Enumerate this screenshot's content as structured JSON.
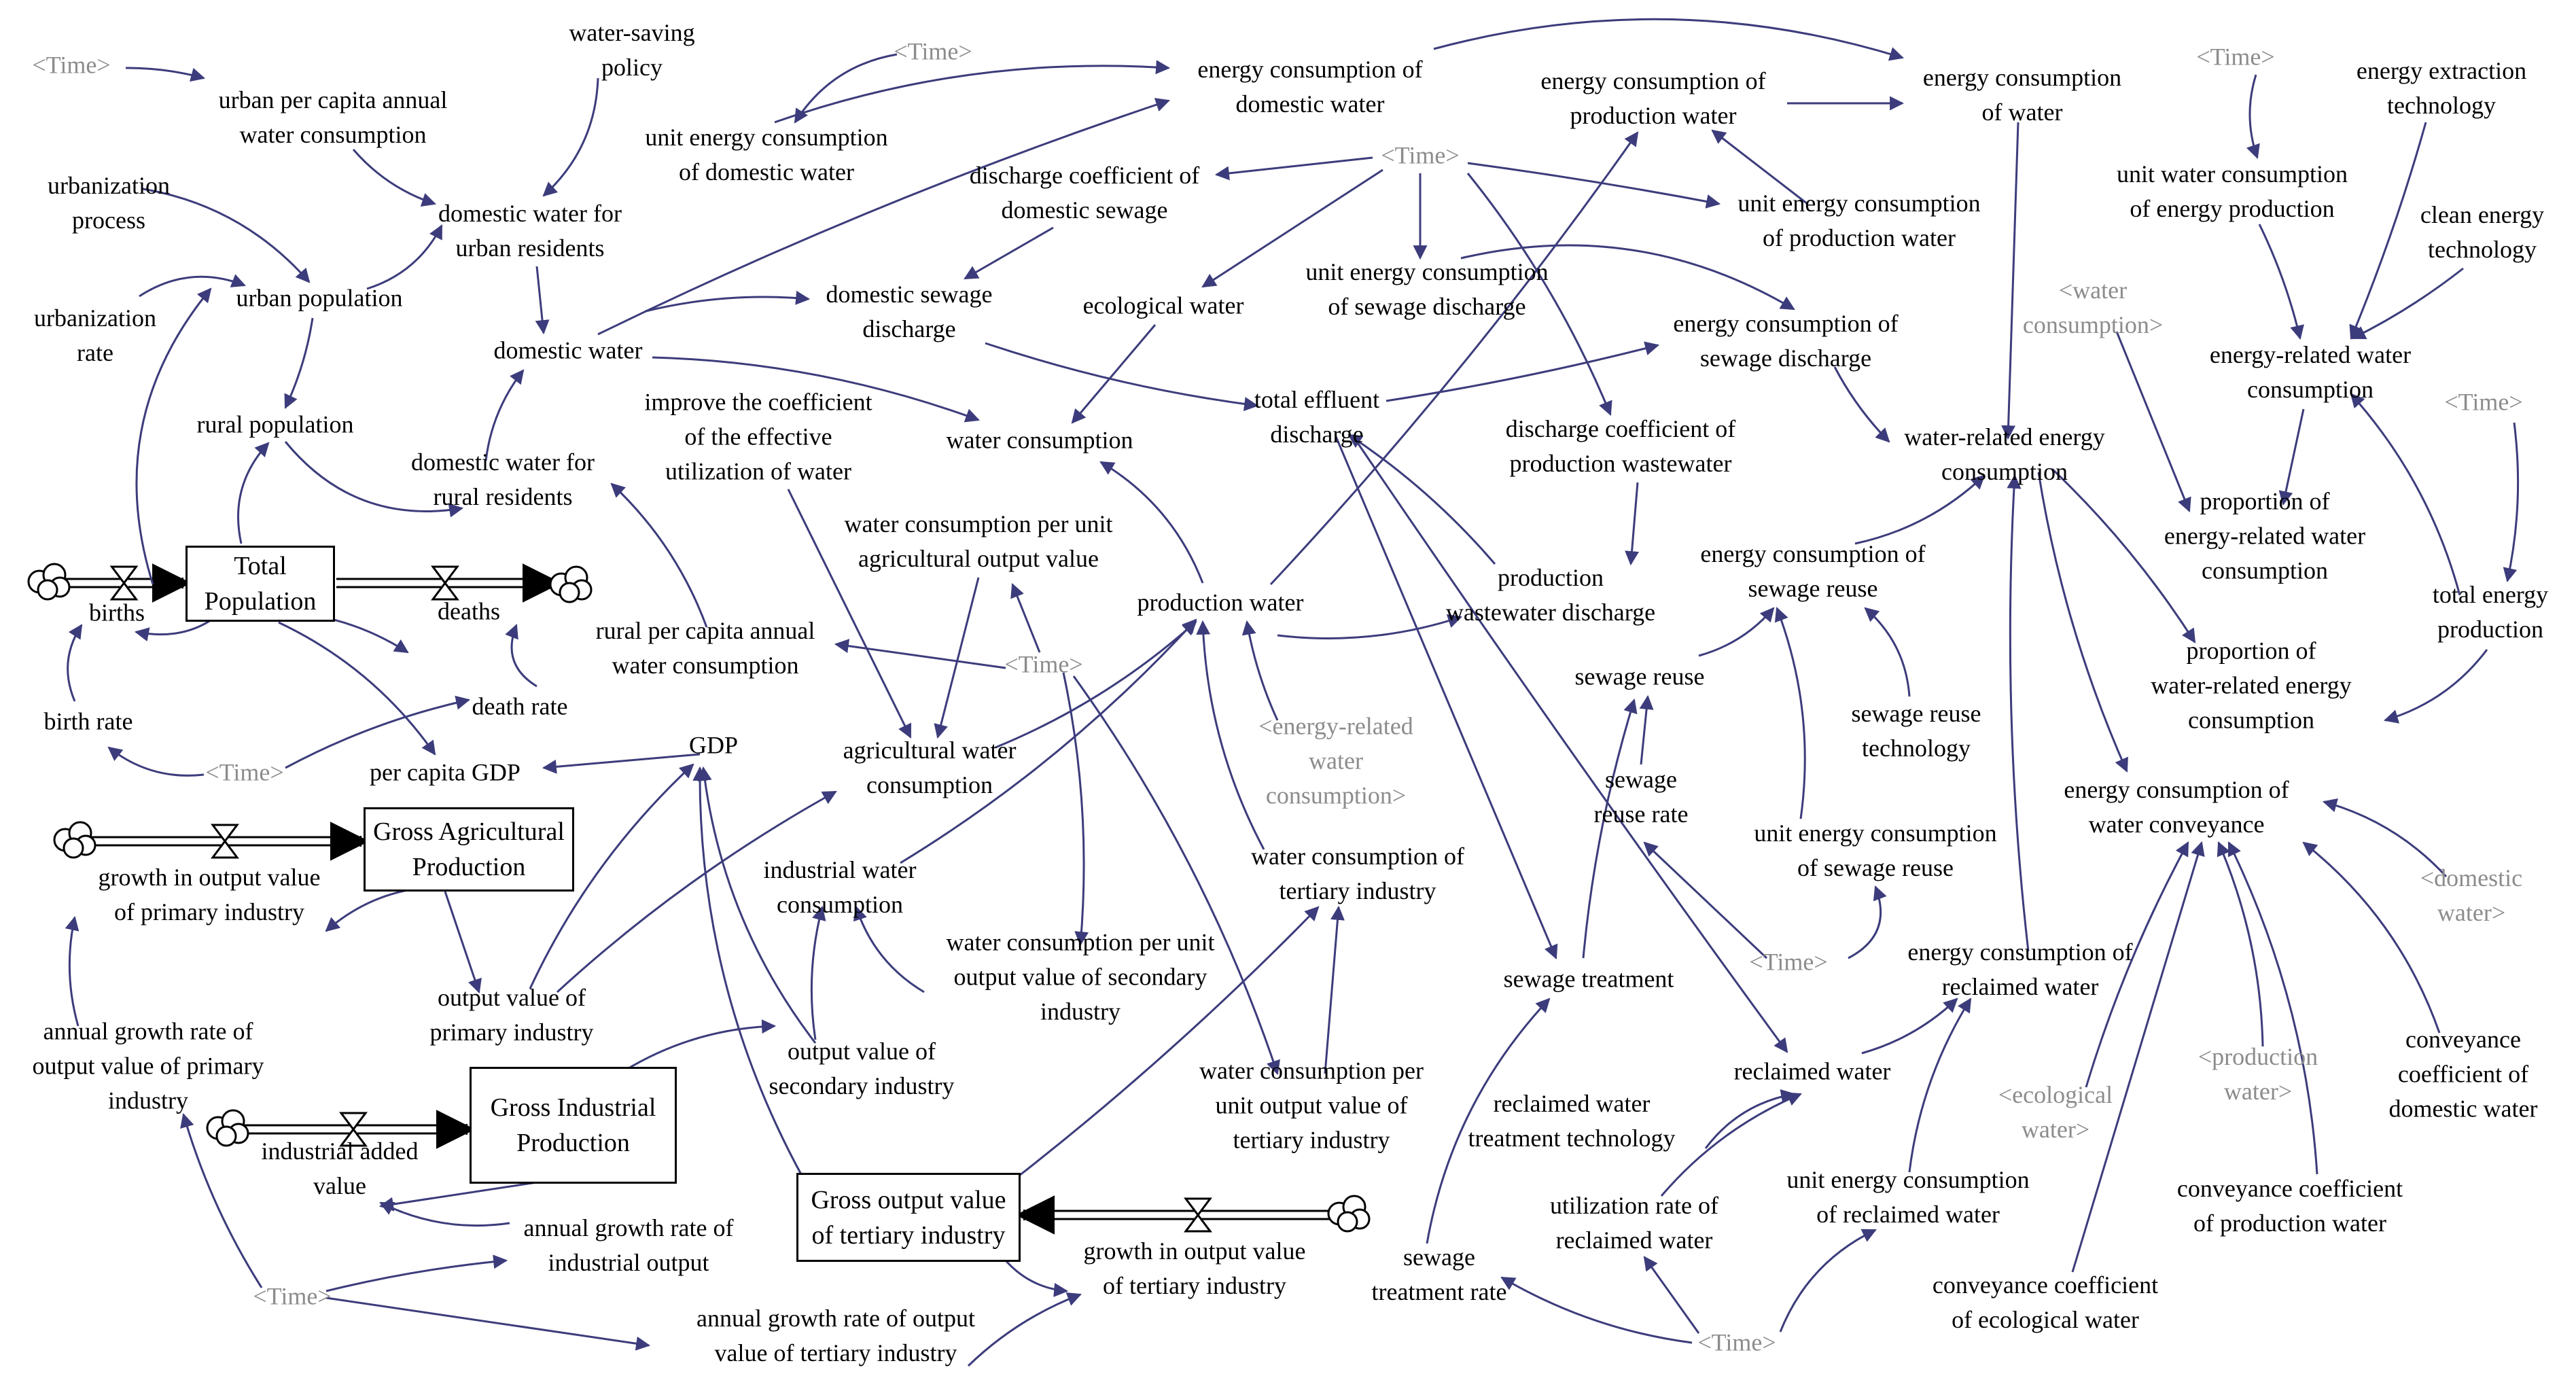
{
  "colors": {
    "arrow": "#3c3c7c",
    "shadow_text": "#8c8c8c",
    "text": "#000000",
    "flow": "#000000"
  },
  "stocks": {
    "total_population": "Total\nPopulation",
    "gross_agricultural": "Gross Agricultural\nProduction",
    "gross_industrial": "Gross Industrial\nProduction",
    "gross_tertiary": "Gross output value\nof tertiary industry"
  },
  "labels": {
    "time_1": "<Time>",
    "urban_per_capita": "urban per capita annual\nwater consumption",
    "water_saving_policy": "water-saving\npolicy",
    "time_2": "<Time>",
    "unit_energy_domestic": "unit energy consumption\nof domestic water",
    "energy_domestic": "energy consumption of\ndomestic water",
    "energy_production": "energy consumption of\nproduction water",
    "energy_water": "energy consumption\nof water",
    "time_3": "<Time>",
    "energy_extraction_tech": "energy extraction\ntechnology",
    "urbanization_process": "urbanization\nprocess",
    "domestic_water_urban": "domestic water for\nurban residents",
    "discharge_coef_domestic": "discharge coefficient of\ndomestic sewage",
    "time_4": "<Time>",
    "unit_energy_production": "unit energy consumption\nof production water",
    "unit_water_energy_prod": "unit water consumption\nof energy production",
    "clean_energy_tech": "clean energy\ntechnology",
    "urbanization_rate": "urbanization\nrate",
    "urban_population": "urban population",
    "domestic_water": "domestic water",
    "domestic_sewage": "domestic sewage\ndischarge",
    "ecological_water": "ecological water",
    "unit_energy_sewage_discharge": "unit energy consumption\nof sewage discharge",
    "energy_sewage_discharge": "energy consumption of\nsewage discharge",
    "water_consumption_shadow": "<water\nconsumption>",
    "energy_related_water": "energy-related water\nconsumption",
    "time_5": "<Time>",
    "rural_population": "rural population",
    "improve_coef": "improve the coefficient\nof the effective\nutilization of water",
    "water_consumption": "water consumption",
    "total_effluent": "total effluent\ndischarge",
    "discharge_coef_production": "discharge coefficient of\nproduction wastewater",
    "water_related_energy": "water-related energy\nconsumption",
    "domestic_water_rural": "domestic water for\nrural residents",
    "proportion_energy_related": "proportion of\nenergy-related water\nconsumption",
    "total_energy_production": "total energy\nproduction",
    "water_per_agri": "water consumption per unit\nagricultural output value",
    "energy_sewage_reuse": "energy consumption of\nsewage reuse",
    "production_water": "production water",
    "production_wastewater": "production\nwastewater discharge",
    "births": "births",
    "deaths": "deaths",
    "rural_per_capita": "rural per capita annual\nwater consumption",
    "proportion_water_related": "proportion of\nwater-related energy\nconsumption",
    "time_6": "<Time>",
    "sewage_reuse": "sewage reuse",
    "energy_related_shadow": "<energy-related\nwater\nconsumption>",
    "birth_rate": "birth rate",
    "death_rate": "death rate",
    "sewage_reuse_tech": "sewage reuse\ntechnology",
    "time_7": "<Time>",
    "per_capita_gdp": "per capita GDP",
    "gdp": "GDP",
    "agricultural_water": "agricultural water\nconsumption",
    "sewage_reuse_rate": "sewage\nreuse rate",
    "energy_conveyance": "energy consumption of\nwater conveyance",
    "industrial_water": "industrial water\nconsumption",
    "water_tertiary": "water consumption of\ntertiary industry",
    "unit_energy_sewage_reuse": "unit energy consumption\nof sewage reuse",
    "domestic_shadow": "<domestic\nwater>",
    "growth_primary": "growth in output value\nof primary industry",
    "water_per_secondary": "water consumption per unit\noutput value of secondary\nindustry",
    "time_8": "<Time>",
    "energy_reclaimed": "energy consumption of\nreclaimed water",
    "sewage_treatment": "sewage treatment",
    "output_primary": "output value of\nprimary industry",
    "annual_growth_primary": "annual growth rate of\noutput value of primary\nindustry",
    "output_secondary": "output value of\nsecondary industry",
    "water_per_tertiary": "water consumption per\nunit output value of\ntertiary industry",
    "production_shadow": "<production\nwater>",
    "conveyance_domestic": "conveyance\ncoefficient of\ndomestic water",
    "reclaimed_water": "reclaimed water",
    "ecological_shadow": "<ecological\nwater>",
    "reclaimed_tech": "reclaimed water\ntreatment technology",
    "industrial_added": "industrial added\nvalue",
    "unit_energy_reclaimed": "unit energy consumption\nof reclaimed water",
    "conveyance_production": "conveyance coefficient\nof production water",
    "utilization_reclaimed": "utilization rate of\nreclaimed water",
    "annual_growth_industrial": "annual growth rate of\nindustrial output",
    "growth_tertiary": "growth in output value\nof tertiary industry",
    "sewage_treatment_rate": "sewage\ntreatment rate",
    "conveyance_ecological": "conveyance coefficient\nof ecological water",
    "time_9": "<Time>",
    "time_10": "<Time>",
    "annual_growth_tertiary": "annual growth rate of output\nvalue of tertiary industry"
  }
}
